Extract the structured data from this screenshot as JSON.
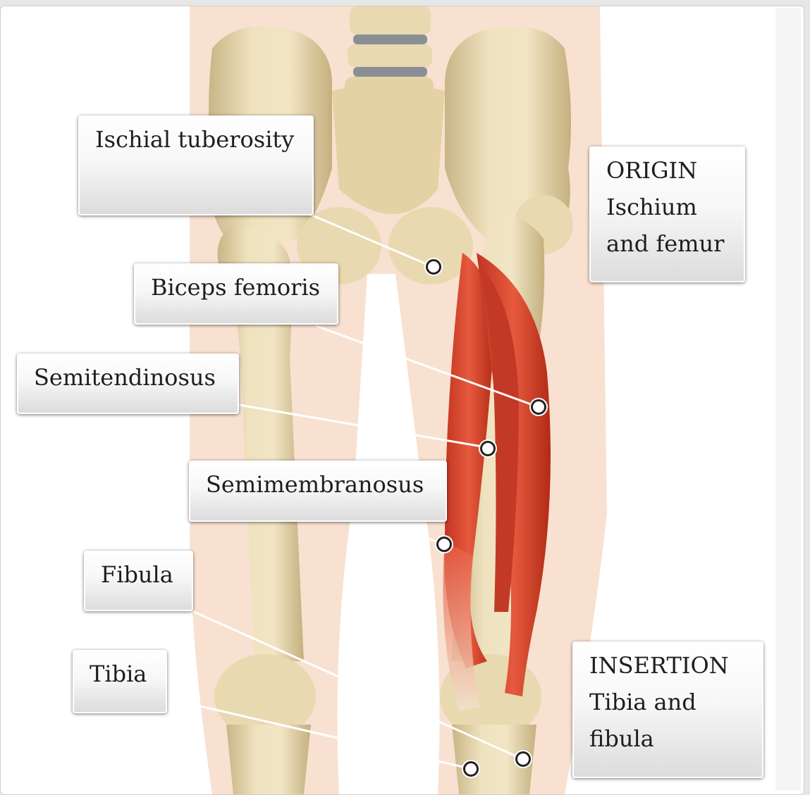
{
  "labels": {
    "ischial_tuberosity": "Ischial tuberosity",
    "biceps_femoris": "Biceps femoris",
    "semitendinosus": "Semitendinosus",
    "semimembranosus": "Semimembranosus",
    "fibula": "Fibula",
    "tibia": "Tibia",
    "origin": "ORIGIN\nIschium\nand femur",
    "insertion": "INSERTION\nTibia and\nfibula"
  },
  "colors": {
    "bone": "#e9d9b0",
    "bone_shadow": "#c9b586",
    "skin": "#f7dccb",
    "muscle": "#d8432b",
    "muscle_dark": "#b52d1a",
    "disc": "#8a8f96"
  }
}
